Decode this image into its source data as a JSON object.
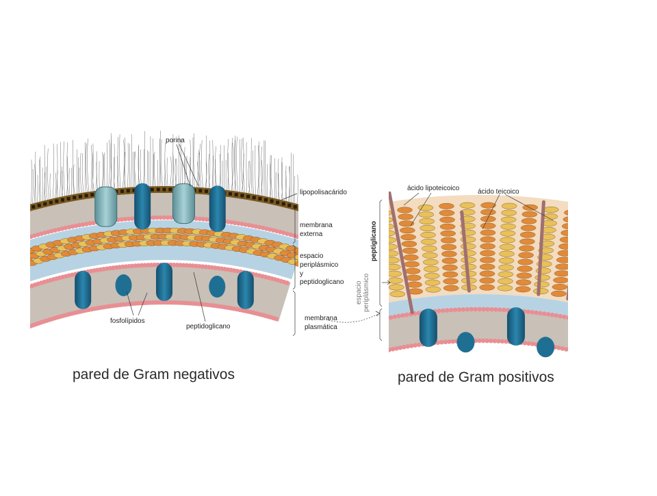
{
  "gram_negative": {
    "label_porina": "porina",
    "label_lipopolisacarido": "lipopolisacárido",
    "label_membrana_externa_1": "membrana",
    "label_membrana_externa_2": "externa",
    "label_espacio_1": "espacio",
    "label_espacio_2": "periplásmico",
    "label_espacio_3": "y",
    "label_espacio_4": "peptidoglicano",
    "label_membrana_plasmatica_1": "membrana",
    "label_membrana_plasmatica_2": "plasmática",
    "label_fosfolipidos": "fosfolípidos",
    "label_peptidoglicano": "peptidoglicano",
    "caption": "pared de Gram negativos"
  },
  "gram_positive": {
    "label_acido_lipoteicoico": "ácido lipoteicoico",
    "label_acido_teicoico": "ácido teicoico",
    "label_peptiglicano_vertical": "peptiglicano",
    "label_espacio_vertical_1": "espacio",
    "label_espacio_vertical_2": "periplásmico",
    "caption": "pared de Gram positivos"
  },
  "colors": {
    "membrane_head": "#e88f93",
    "membrane_tail": "#c9c0b8",
    "periplasm": "#b7d3e3",
    "protein_dark": "#1f6f93",
    "porin": "#7fb2b8",
    "lps_core": "#7a5a22",
    "pg_orange": "#e08a3a",
    "pg_yellow": "#e8c15a",
    "teichoic": "#a07070"
  }
}
